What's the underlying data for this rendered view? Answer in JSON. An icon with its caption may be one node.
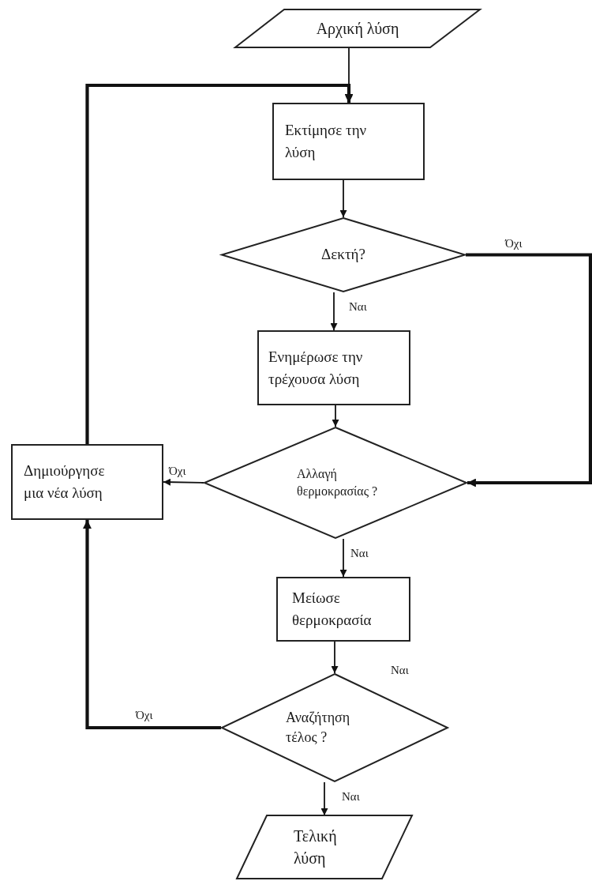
{
  "diagram": {
    "nodes": [
      {
        "text": [
          "Αρχική λύση"
        ]
      },
      {
        "text": [
          "Εκτίμησε την λύση"
        ]
      },
      {
        "text": [
          "Δεκτή?"
        ]
      },
      {
        "text": [
          "Ενημέρωσε την τρέχουσα λύση"
        ]
      },
      {
        "text": [
          "Αλλαγή θερμοκρασίας ?"
        ]
      },
      {
        "text": [
          "Δημιούργησε μια νέα λύση"
        ]
      },
      {
        "text": [
          "Μείωσε θερμοκρασία"
        ]
      },
      {
        "text": [
          "Αναζήτηση τέλος ?"
        ]
      },
      {
        "text": [
          "Τελική λύση"
        ]
      }
    ],
    "edges": [
      {
        "from": 0,
        "to": 1,
        "arrow": "to"
      },
      {
        "from": 1,
        "to": 2,
        "arrow": "to"
      },
      {
        "from": 2,
        "to": 3,
        "arrow": "to",
        "label": "Ναι"
      },
      {
        "from": 2,
        "to": 4,
        "arrow": "to",
        "label": "Όχι",
        "style": "thick"
      },
      {
        "from": 3,
        "to": 4,
        "arrow": "to"
      },
      {
        "from": 4,
        "to": 5,
        "arrow": "to",
        "label": "Όχι"
      },
      {
        "from": 4,
        "to": 6,
        "arrow": "to",
        "label": "Ναι"
      },
      {
        "from": 5,
        "to": 1,
        "arrow": "to",
        "style": "thick"
      },
      {
        "from": 6,
        "to": 7,
        "arrow": "to"
      },
      {
        "from": 7,
        "to": 5,
        "arrow": "to",
        "label": "Όχι",
        "style": "thick"
      },
      {
        "from": 7,
        "to": 8,
        "arrow": "to",
        "label": "Ναι"
      }
    ],
    "labels": [
      "Ναι"
    ]
  }
}
